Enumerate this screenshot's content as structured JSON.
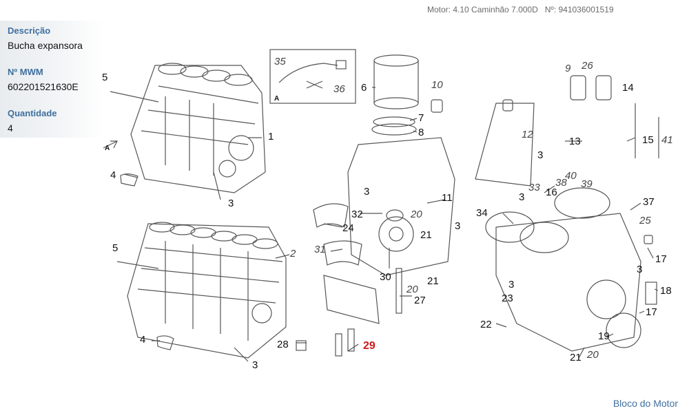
{
  "header": {
    "motor": "Motor: 4.10 Caminhão 7.000D",
    "number": "Nº: 941036001519"
  },
  "info": {
    "descricao_label": "Descrição",
    "descricao_value": "Bucha expansora",
    "mwm_label": "Nº MWM",
    "mwm_value": "602201521630E",
    "quantidade_label": "Quantidade",
    "quantidade_value": "4"
  },
  "diagram": {
    "section_link": "Bloco do Motor",
    "view_labels": [
      "A",
      "A"
    ],
    "callouts": [
      {
        "num": "5"
      },
      {
        "num": "1"
      },
      {
        "num": "4"
      },
      {
        "num": "3"
      },
      {
        "num": "5"
      },
      {
        "num": "2"
      },
      {
        "num": "4"
      },
      {
        "num": "3"
      },
      {
        "num": "35"
      },
      {
        "num": "36"
      },
      {
        "num": "6"
      },
      {
        "num": "7"
      },
      {
        "num": "8"
      },
      {
        "num": "10"
      },
      {
        "num": "3"
      },
      {
        "num": "11"
      },
      {
        "num": "32"
      },
      {
        "num": "20"
      },
      {
        "num": "3"
      },
      {
        "num": "24"
      },
      {
        "num": "21"
      },
      {
        "num": "31"
      },
      {
        "num": "30"
      },
      {
        "num": "21"
      },
      {
        "num": "20"
      },
      {
        "num": "27"
      },
      {
        "num": "28"
      },
      {
        "num": "29",
        "highlight": true
      },
      {
        "num": "9"
      },
      {
        "num": "26"
      },
      {
        "num": "14"
      },
      {
        "num": "12"
      },
      {
        "num": "13"
      },
      {
        "num": "15"
      },
      {
        "num": "41"
      },
      {
        "num": "3"
      },
      {
        "num": "40"
      },
      {
        "num": "33"
      },
      {
        "num": "38"
      },
      {
        "num": "39"
      },
      {
        "num": "3"
      },
      {
        "num": "16"
      },
      {
        "num": "34"
      },
      {
        "num": "37"
      },
      {
        "num": "25"
      },
      {
        "num": "17"
      },
      {
        "num": "3"
      },
      {
        "num": "3"
      },
      {
        "num": "18"
      },
      {
        "num": "23"
      },
      {
        "num": "17"
      },
      {
        "num": "22"
      },
      {
        "num": "19"
      },
      {
        "num": "21"
      },
      {
        "num": "20"
      }
    ]
  }
}
